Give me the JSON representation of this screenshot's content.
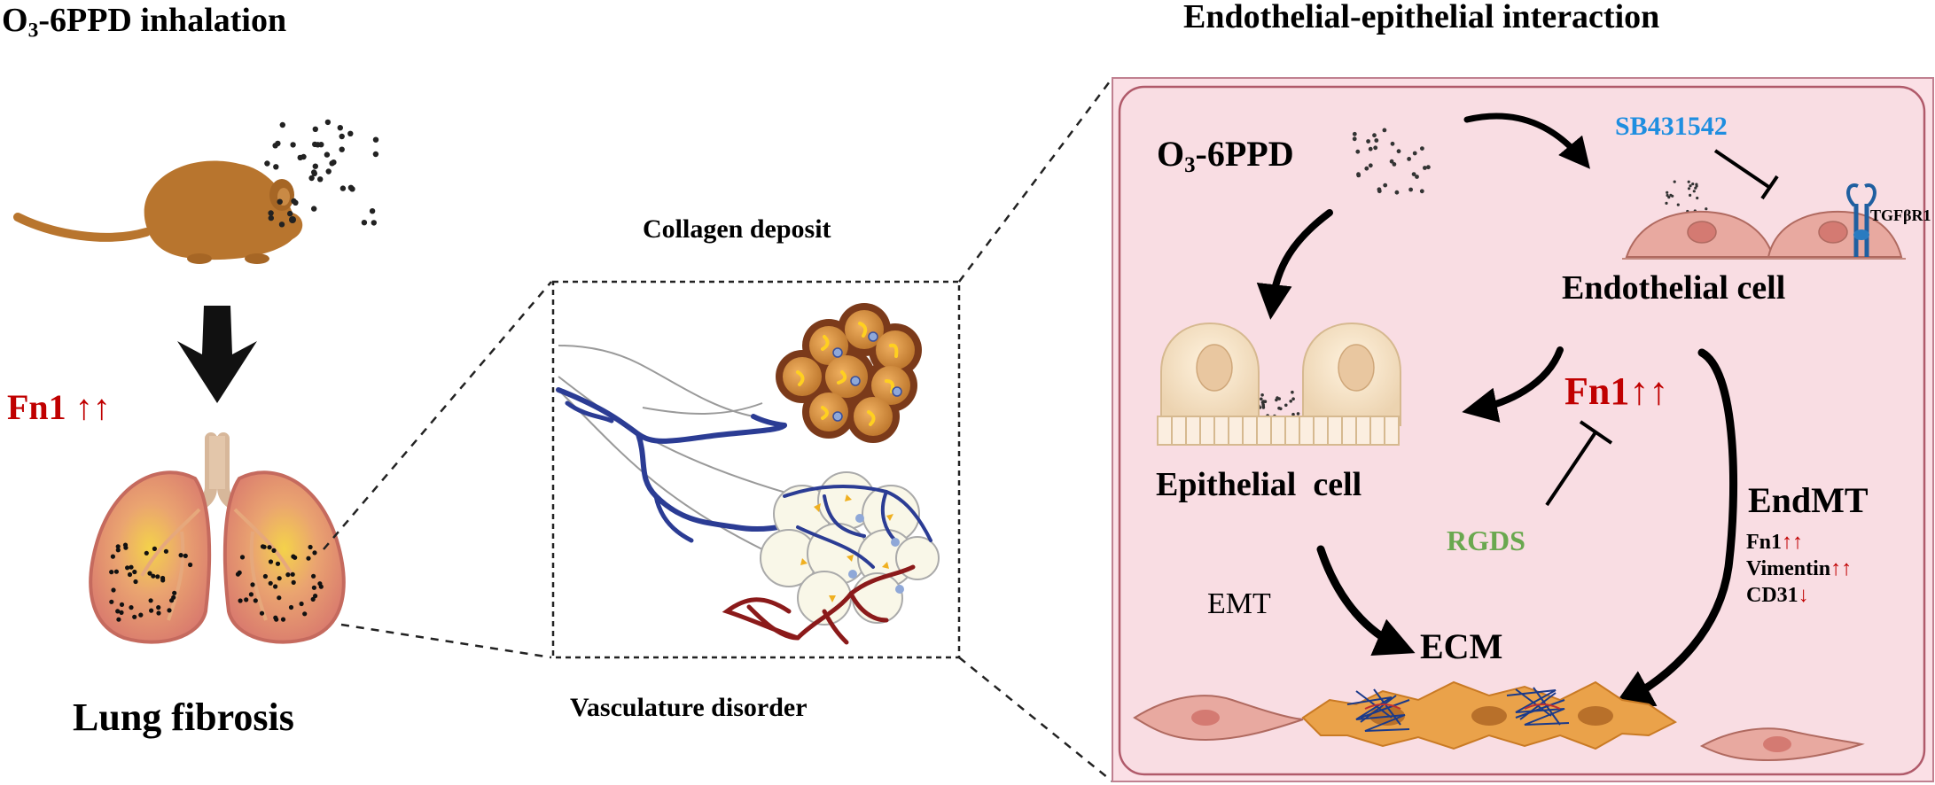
{
  "left_panel": {
    "title": {
      "prefix": "O",
      "subscript": "3",
      "suffix": "-6PPD inhalation"
    },
    "fn1_label": "Fn1 ↑↑",
    "lung_label": "Lung fibrosis"
  },
  "middle_panel": {
    "collagen_label": "Collagen deposit",
    "vasculature_label": "Vasculature disorder"
  },
  "right_panel": {
    "title": "Endothelial-epithelial interaction",
    "o3_label": {
      "prefix": "O",
      "subscript": "3",
      "suffix": "-6PPD"
    },
    "inhibitor_label": "SB431542",
    "receptor_label": "TGFβR1",
    "endothelial_label": "Endothelial cell",
    "epithelial_label": "Epithelial  cell",
    "fn1_label": "Fn1",
    "fn1_arrows": "↑↑",
    "rgds_label": "RGDS",
    "emt_label": "EMT",
    "ecm_label": "ECM",
    "endmt_title": "EndMT",
    "endmt_markers": [
      {
        "name": "Fn1",
        "arrow": "↑↑"
      },
      {
        "name": "Vimentin",
        "arrow": "↑↑"
      },
      {
        "name": "CD31",
        "arrow": "↓"
      }
    ]
  },
  "colors": {
    "panel_bg": "#f9dde3",
    "panel_border": "#b05a6a",
    "mouse": "#b8752e",
    "lung": "#e08a7e",
    "vessel_blue": "#2b3c94",
    "vessel_red": "#8b1a1a",
    "highlight_red": "#c00000",
    "inhibitor_blue": "#1f8ee0",
    "rgds_green": "#6aa84f"
  },
  "icons": [
    "mouse-icon",
    "particles-icon",
    "down-arrow-icon",
    "lung-icon",
    "alveoli-collagen-icon",
    "alveoli-vessel-icon",
    "endothelial-cell-icon",
    "epithelial-cell-icon",
    "receptor-icon",
    "ecm-fibroblast-icon",
    "inhibit-arrow-icon",
    "curved-arrow-icon"
  ]
}
